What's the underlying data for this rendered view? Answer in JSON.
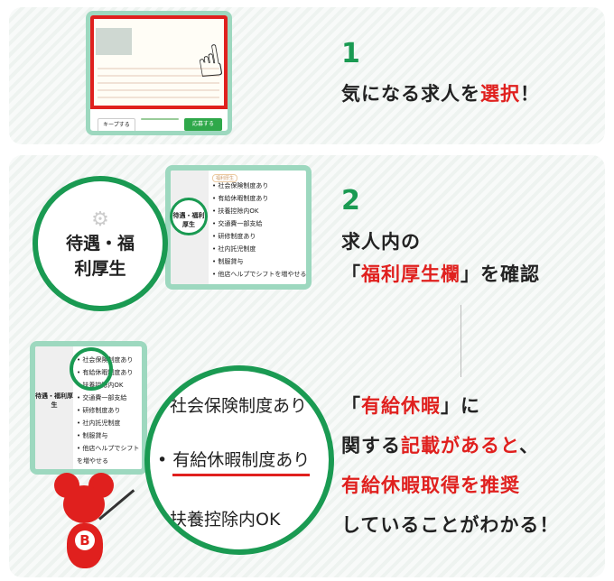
{
  "step1": {
    "number": "1",
    "text_a": "気になる求人を",
    "text_highlight": "選択",
    "text_b": "！",
    "thumbnail": {
      "keep_button": "キープする",
      "apply_button": "応募する"
    }
  },
  "step2": {
    "number": "2",
    "line1": "求人内の",
    "line2_open": "「",
    "line2_highlight": "福利厚生欄",
    "line2_close": "」を確認",
    "category_label": "待遇・福利厚生",
    "badge": "福利厚生",
    "benefits": [
      "社会保険制度あり",
      "有給休暇制度あり",
      "扶養控除内OK",
      "交通費一部支給",
      "研修制度あり",
      "社内託児制度",
      "制服貸与",
      "他店ヘルプでシフトを増やせる"
    ],
    "zoom_items": [
      "社会保険制度あり",
      "有給休暇制度あり",
      "扶養控除内OK"
    ],
    "explain": {
      "l1_open": "「",
      "l1_highlight": "有給休暇",
      "l1_close": "」に",
      "l2_a": "関する",
      "l2_highlight": "記載があると",
      "l2_b": "、",
      "l3_highlight": "有給休暇取得を推奨",
      "l4": "していることがわかる！"
    },
    "mascot_letter": "B"
  },
  "colors": {
    "green": "#1a9a52",
    "red": "#e0201e",
    "mint": "#9dd8bf"
  }
}
